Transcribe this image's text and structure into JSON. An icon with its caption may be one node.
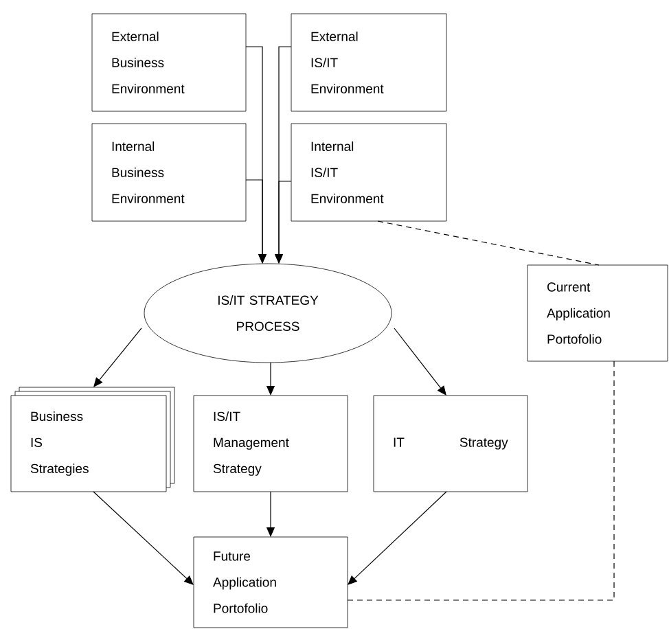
{
  "diagram": {
    "nodes": [
      {
        "text": [
          "External Business Environment"
        ]
      },
      {
        "text": [
          "External IS/IT Environment"
        ]
      },
      {
        "text": [
          "Internal Business Environment"
        ]
      },
      {
        "text": [
          "Internal IS/IT Environment"
        ]
      },
      {
        "text": [
          "IS/IT STRATEGY PROCESS"
        ]
      },
      {
        "text": [
          "Current Application Portofolio"
        ]
      },
      {
        "text": [
          "Business IS Strategies"
        ]
      },
      {
        "text": [
          "IS/IT Management Strategy"
        ]
      },
      {
        "text": [
          "IT Strategy"
        ]
      },
      {
        "text": [
          "Future Application Portofolio"
        ]
      }
    ],
    "edges": [
      {
        "from": 0,
        "to": 4,
        "arrow": "to"
      },
      {
        "from": 2,
        "to": 4,
        "arrow": "to"
      },
      {
        "from": 1,
        "to": 4,
        "arrow": "to"
      },
      {
        "from": 3,
        "to": 4,
        "arrow": "to"
      },
      {
        "from": 3,
        "to": 5,
        "arrow": "none",
        "style": "dashed"
      },
      {
        "from": 4,
        "to": 6,
        "arrow": "to"
      },
      {
        "from": 4,
        "to": 7,
        "arrow": "to"
      },
      {
        "from": 4,
        "to": 8,
        "arrow": "to"
      },
      {
        "from": 6,
        "to": 9,
        "arrow": "to"
      },
      {
        "from": 7,
        "to": 9,
        "arrow": "to"
      },
      {
        "from": 8,
        "to": 9,
        "arrow": "to"
      },
      {
        "from": 5,
        "to": 9,
        "arrow": "none",
        "style": "dashed"
      }
    ]
  }
}
